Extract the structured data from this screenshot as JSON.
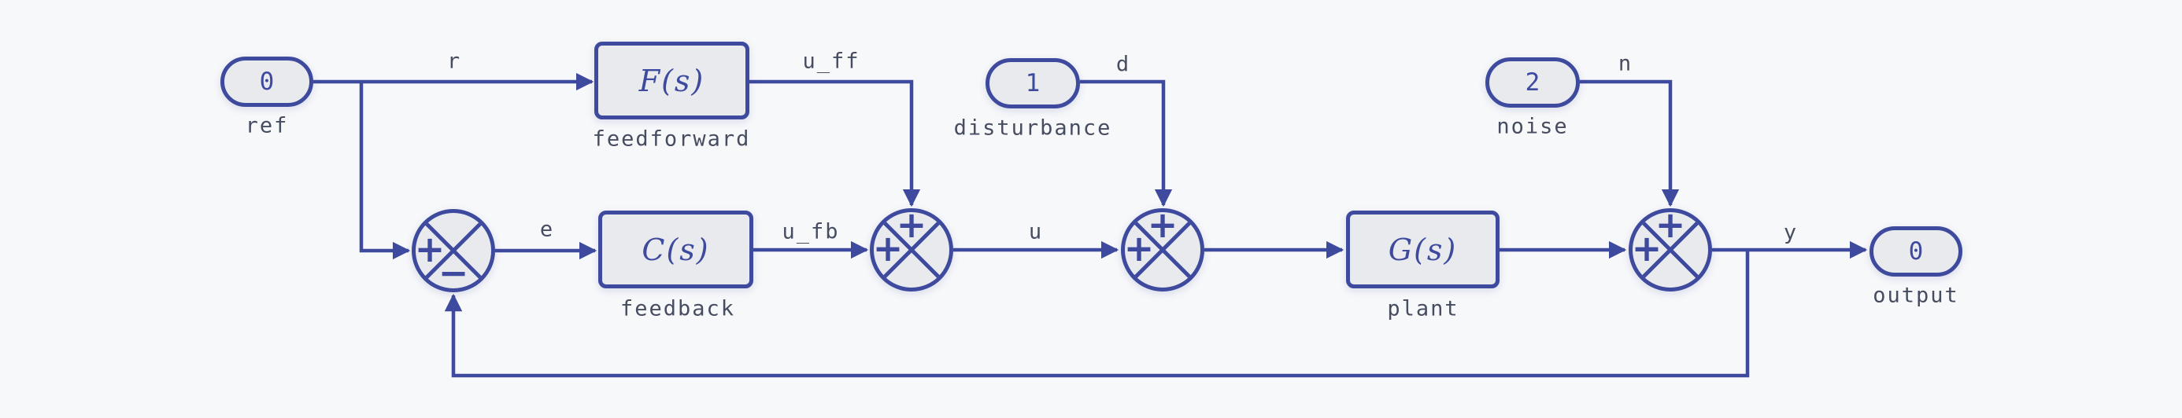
{
  "diagram": {
    "title": "feedback control loop block diagram",
    "colors": {
      "line": "#3d4a9e",
      "node_fill": "#e9eaee",
      "background": "#f7f8fa",
      "label_text": "#474d61"
    },
    "nodes": {
      "ref": {
        "value": "0",
        "label": "ref"
      },
      "disturbance": {
        "value": "1",
        "label": "disturbance"
      },
      "noise": {
        "value": "2",
        "label": "noise"
      },
      "output": {
        "value": "0",
        "label": "output"
      }
    },
    "blocks": {
      "feedforward": {
        "formula": "F(s)",
        "label": "feedforward"
      },
      "feedback": {
        "formula": "C(s)",
        "label": "feedback"
      },
      "plant": {
        "formula": "G(s)",
        "label": "plant"
      }
    },
    "sums": {
      "error": {
        "west": "+",
        "south": "−"
      },
      "actuation": {
        "west": "+",
        "north": "+"
      },
      "process": {
        "west": "+",
        "north": "+"
      },
      "measurement": {
        "west": "+",
        "north": "+"
      }
    },
    "signals": {
      "r": "r",
      "u_ff": "u_ff",
      "d": "d",
      "n": "n",
      "e": "e",
      "u_fb": "u_fb",
      "u": "u",
      "y": "y"
    }
  }
}
